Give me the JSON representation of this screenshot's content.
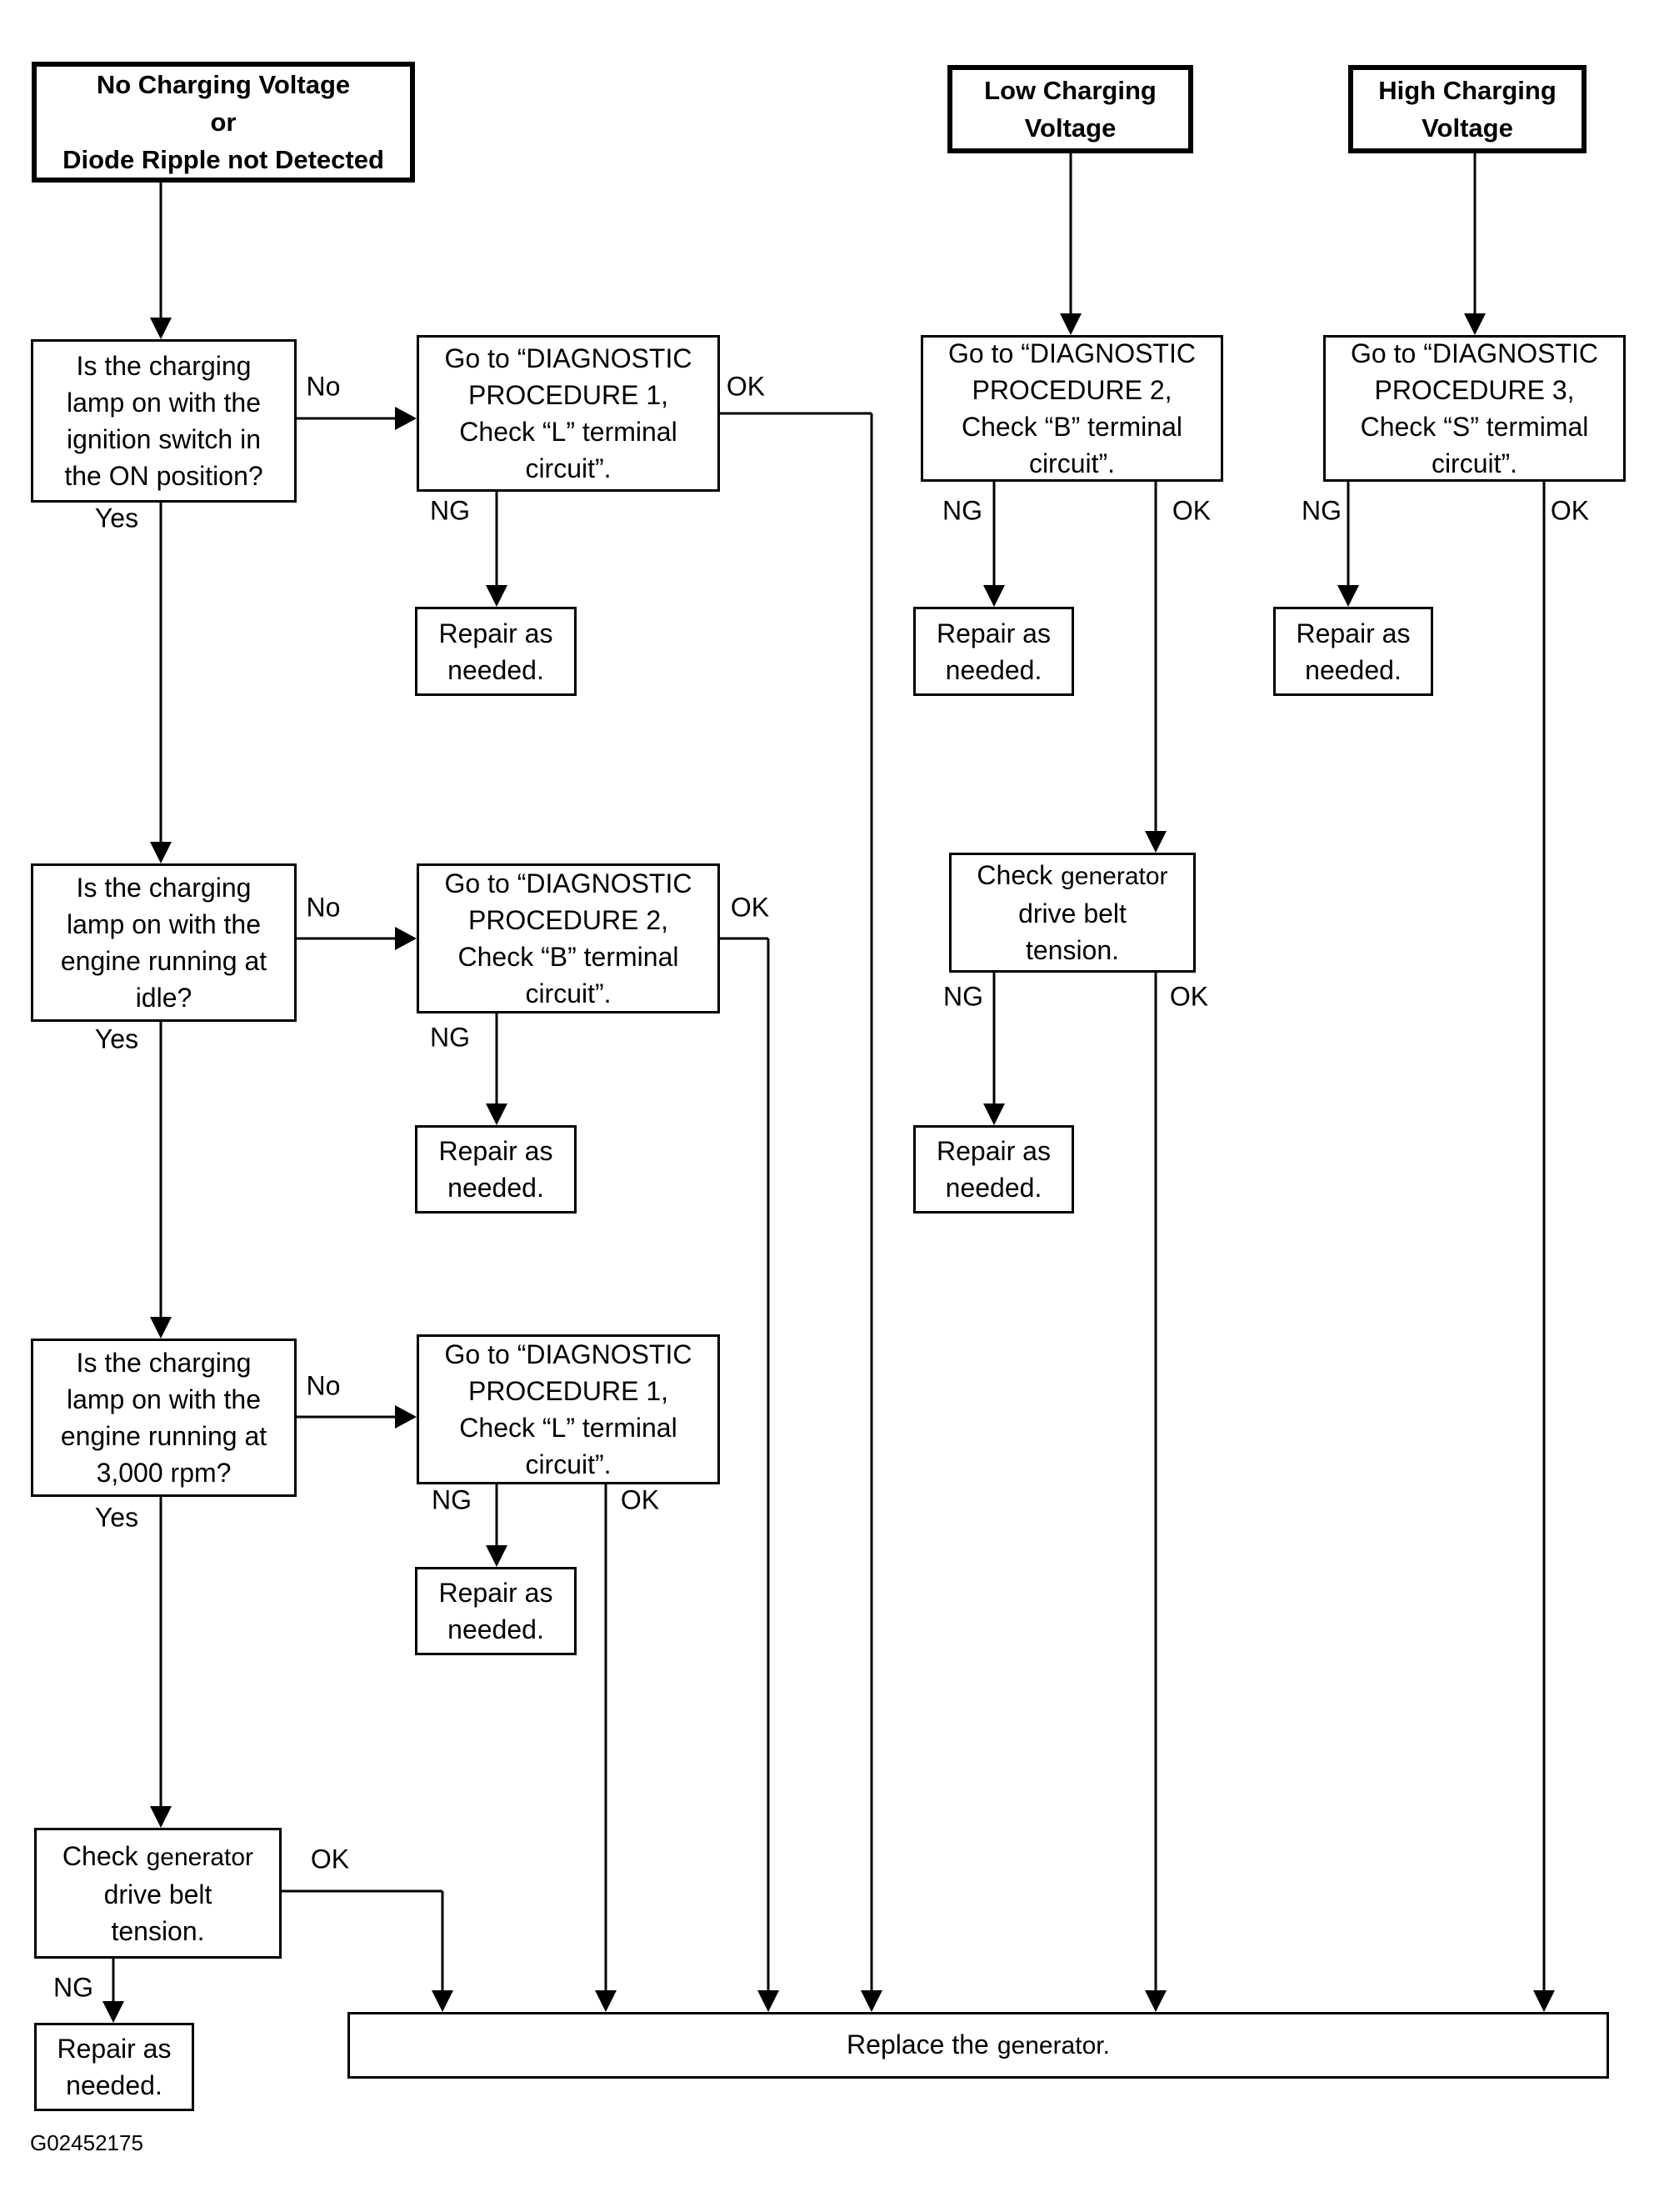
{
  "figure_code": "G02452175",
  "labels": {
    "yes": "Yes",
    "no": "No",
    "ng": "NG",
    "ok": "OK"
  },
  "headers": {
    "no_charge": "No Charging Voltage\nor\nDiode Ripple not Detected",
    "low": "Low Charging\nVoltage",
    "high": "High Charging\nVoltage"
  },
  "nodes": {
    "q1": "Is the charging\nlamp on with the\nignition switch in\nthe ON position?",
    "q2": "Is the charging\nlamp on with the\nengine running at\nidle?",
    "q3": "Is the charging\nlamp on with the\nengine running at\n3,000 rpm?",
    "dp1": "Go to “DIAGNOSTIC\nPROCEDURE 1,\nCheck “L” terminal\ncircuit”.",
    "dp2": "Go to “DIAGNOSTIC\nPROCEDURE 2,\nCheck “B” terminal\ncircuit”.",
    "dp3": "Go to “DIAGNOSTIC\nPROCEDURE 3,\nCheck “S” termimal\ncircuit”.",
    "repair": "Repair as\nneeded.",
    "check_belt": {
      "word1": "Check",
      "word2": "generator",
      "line2": "drive belt",
      "line3": "tension."
    },
    "replace": {
      "pre": "Replace the",
      "word": "generator."
    }
  }
}
